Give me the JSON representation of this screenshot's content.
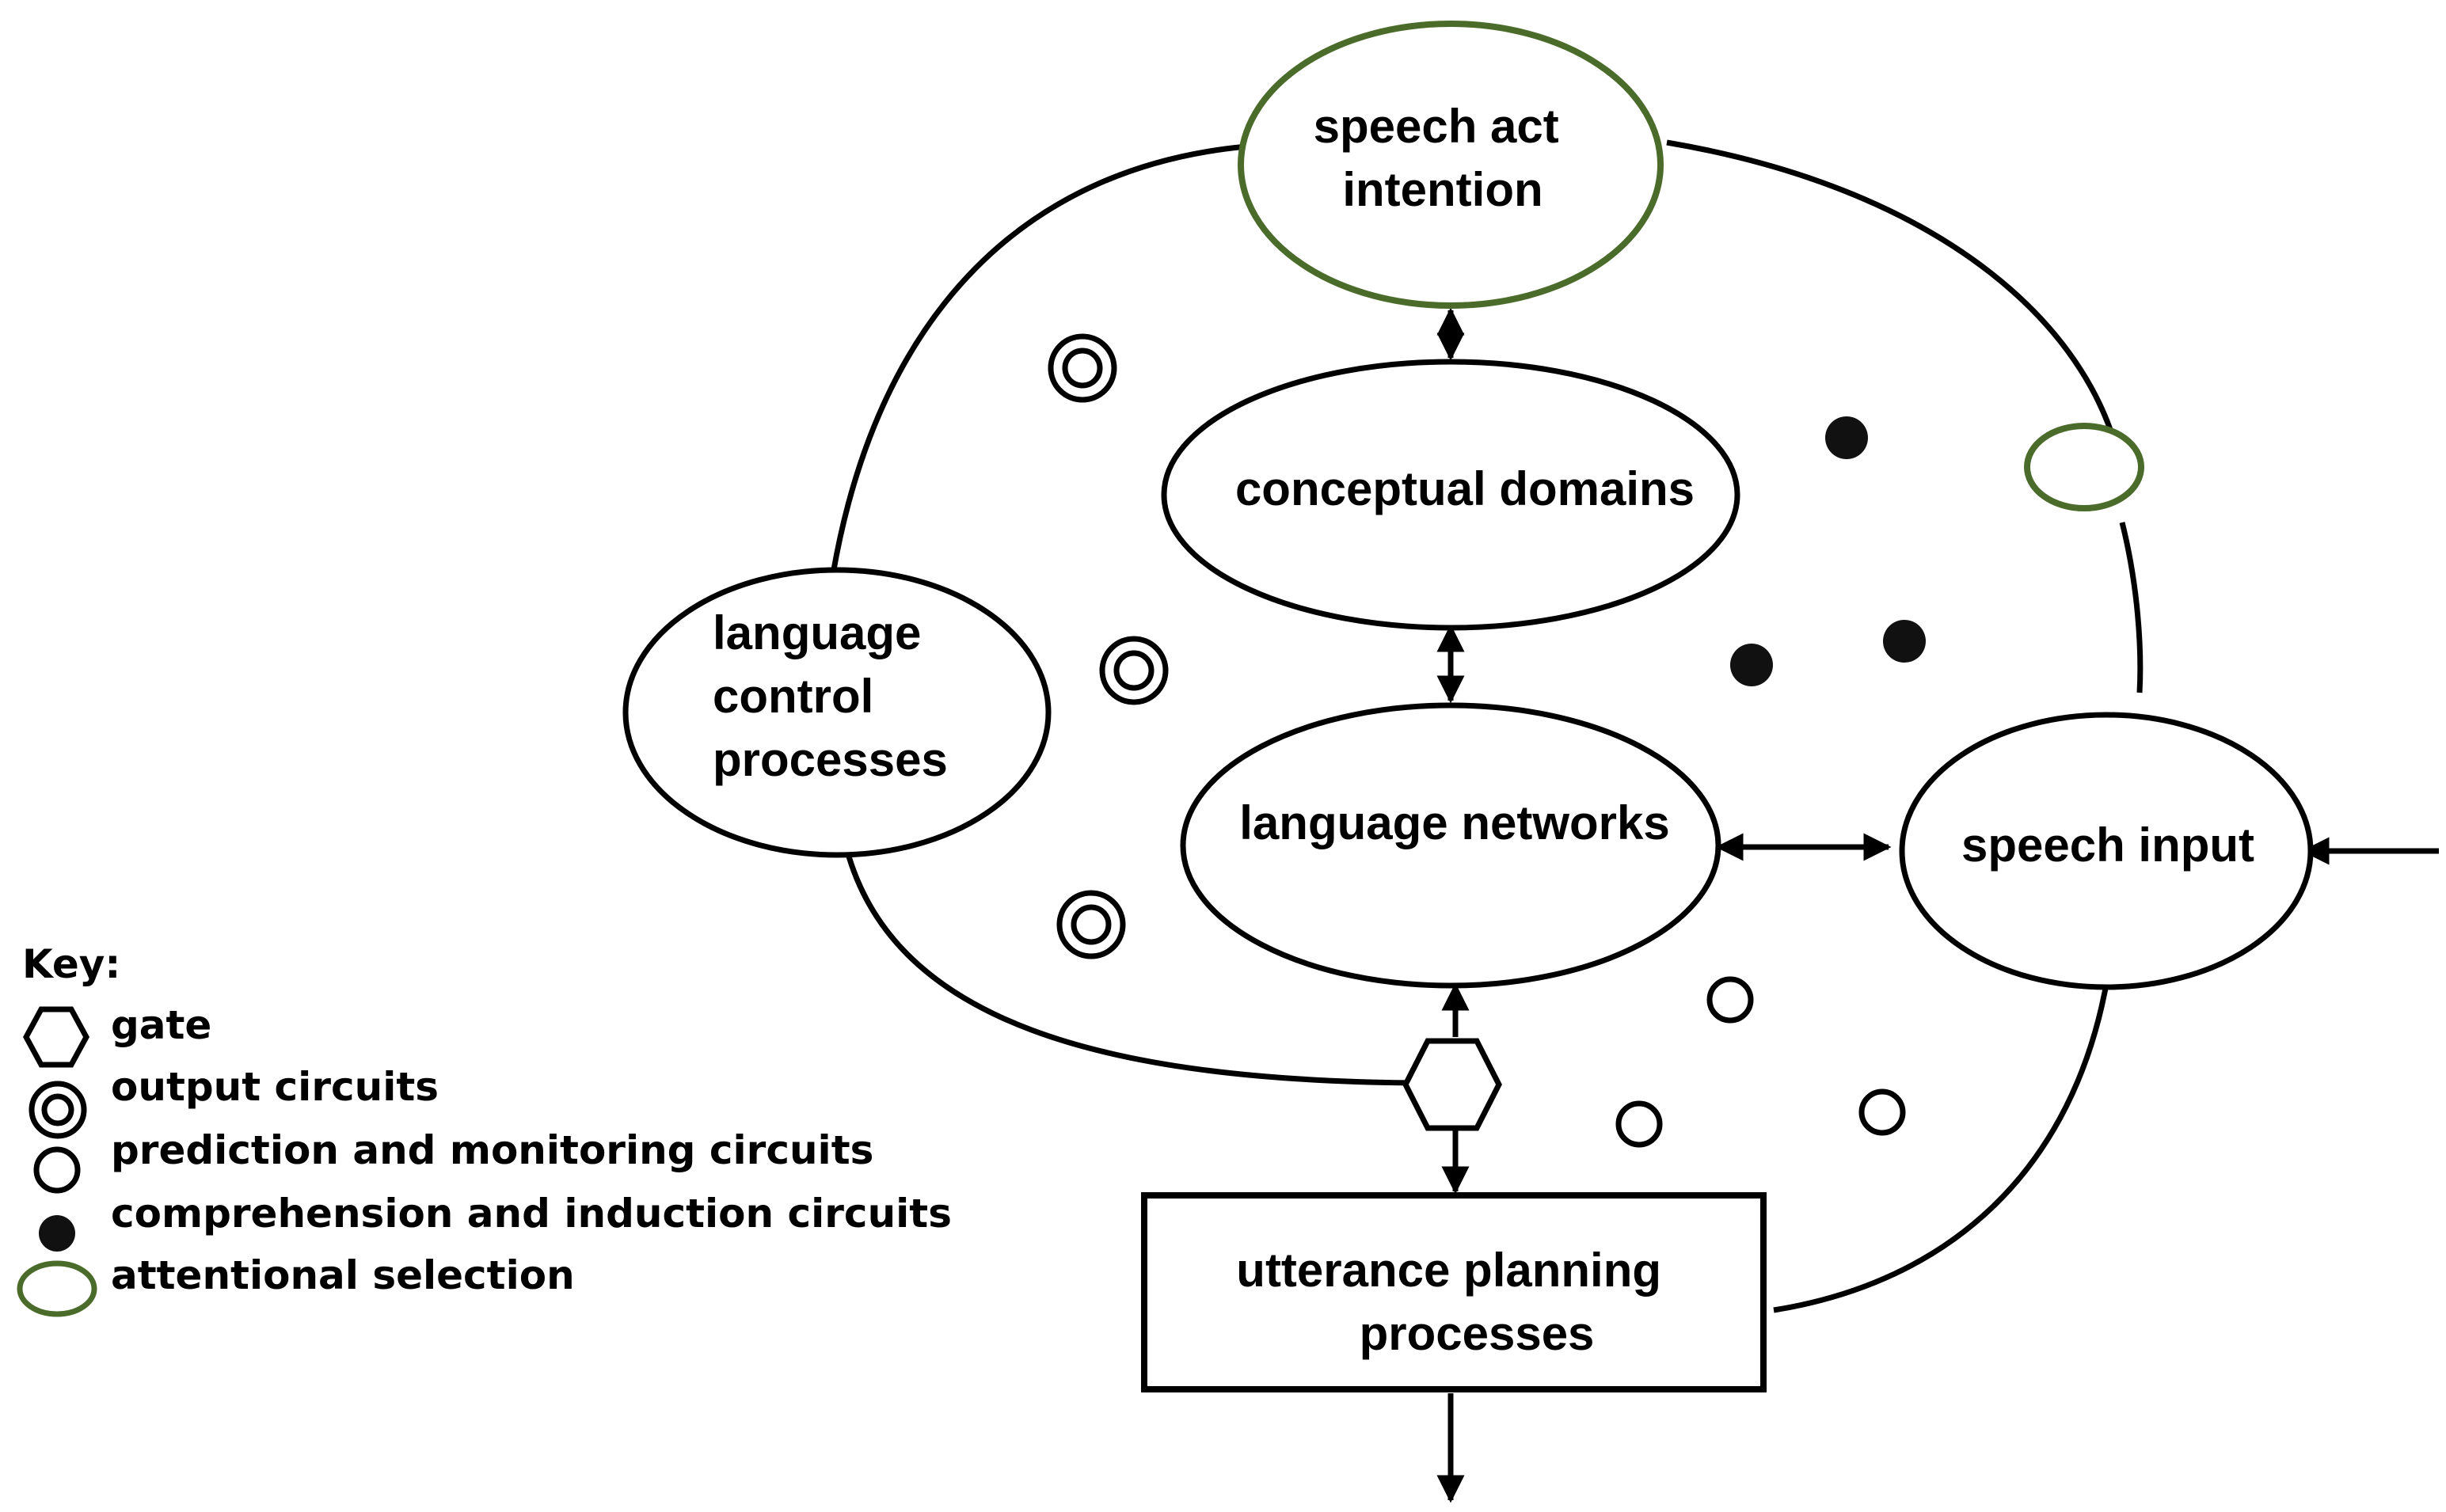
{
  "nodes": {
    "speech_act_intention": [
      "speech act",
      "intention"
    ],
    "conceptual_domains": [
      "conceptual domains"
    ],
    "language_control_processes": [
      "language",
      "control",
      "processes"
    ],
    "language_networks": [
      "language networks"
    ],
    "speech_input": [
      "speech input"
    ],
    "utterance_planning_processes": [
      "utterance planning",
      "processes"
    ]
  },
  "key": {
    "title": "Key:",
    "items": [
      {
        "symbol": "gate-hexagon-icon",
        "label": "gate"
      },
      {
        "symbol": "output-circuit-icon",
        "label": "output circuits"
      },
      {
        "symbol": "prediction-circuit-icon",
        "label": "prediction and monitoring circuits"
      },
      {
        "symbol": "comprehension-circuit-icon",
        "label": "comprehension and induction circuits"
      },
      {
        "symbol": "attentional-selection-icon",
        "label": "attentional selection"
      }
    ]
  },
  "colors": {
    "attentional_selection": "#4a6b2a",
    "stroke": "#000000",
    "background": "#ffffff"
  }
}
